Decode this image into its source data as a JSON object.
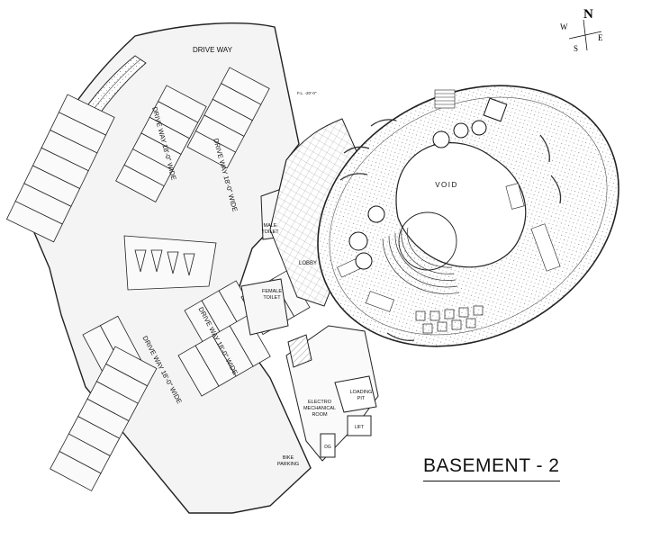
{
  "title": "BASEMENT - 2",
  "compass": {
    "north": "N",
    "east": "E",
    "south": "S",
    "west": "W"
  },
  "labels": {
    "drive_way_top": "DRIVE WAY",
    "drive_way_1": "DRIVE WAY 18'-0\" WIDE",
    "drive_way_2": "DRIVE WAY 18'-0\" WIDE",
    "drive_way_3": "DRIVE WAY 18'-0\" WIDE",
    "drive_way_4": "DRIVE WAY 18'-0\" WIDE",
    "male_toilet_1": "MALE",
    "male_toilet_2": "TOILET",
    "female_toilet_1": "FEMALE",
    "female_toilet_2": "TOILET",
    "lobby": "LOBBY",
    "void": "VOID",
    "electro_1": "ELECTRO",
    "electro_2": "MECHANICAL",
    "electro_3": "ROOM",
    "loading_1": "LOADING",
    "loading_2": "PIT",
    "bike_1": "BIKE",
    "bike_2": "PARKING",
    "dg": "DG",
    "lift": "LIFT",
    "level_note": "F.L. -20'-0\""
  }
}
